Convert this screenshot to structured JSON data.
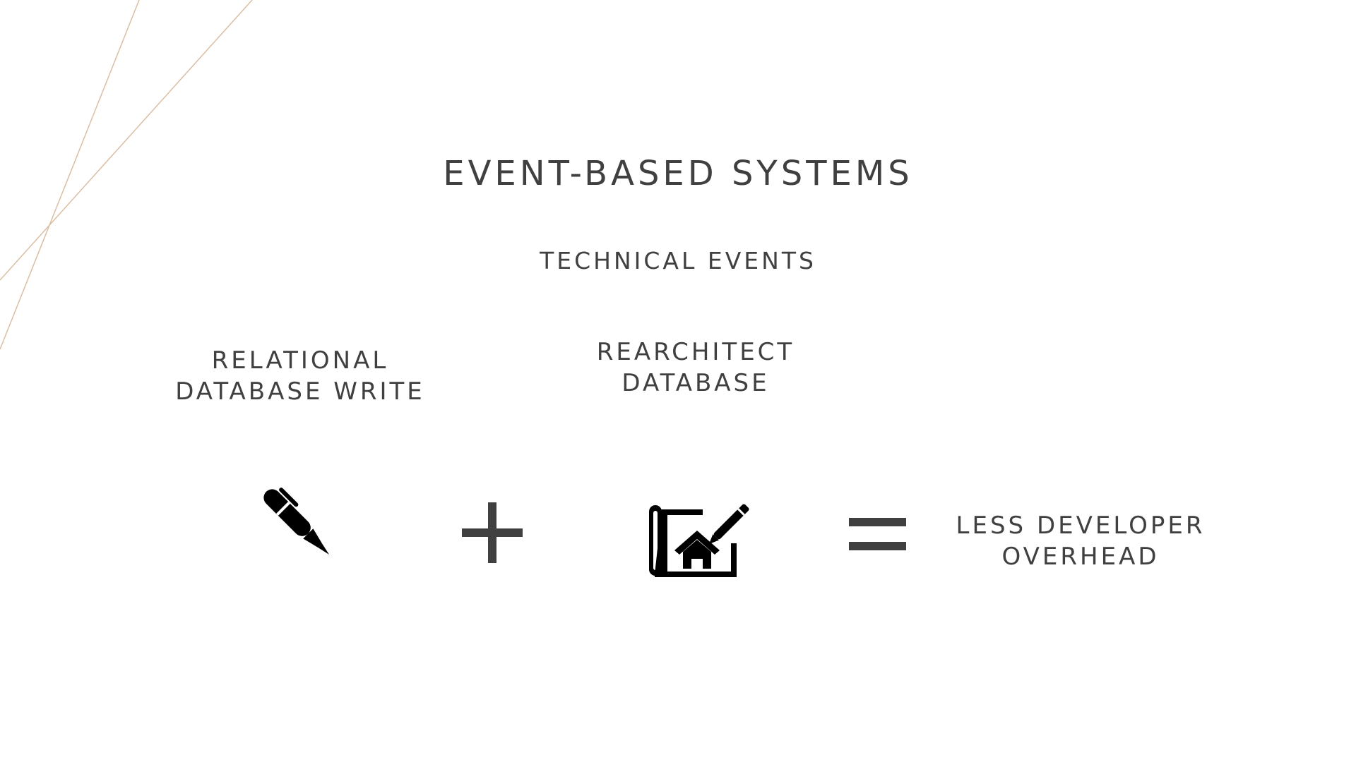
{
  "slide": {
    "title": "EVENT-BASED SYSTEMS",
    "subtitle": "TECHNICAL EVENTS",
    "steps": [
      {
        "lines": [
          "RELATIONAL",
          "DATABASE WRITE"
        ],
        "icon": "pen-icon"
      },
      {
        "lines": [
          "REARCHITECT",
          "DATABASE"
        ],
        "icon": "blueprint-house-icon"
      }
    ],
    "operators": {
      "plus": "plus-icon",
      "equals": "equals-icon"
    },
    "result": {
      "lines": [
        "LESS DEVELOPER",
        "OVERHEAD"
      ]
    },
    "colors": {
      "text": "#404040",
      "icon": "#000000",
      "operator": "#404040",
      "accent_line": "#d9bfa3"
    }
  }
}
